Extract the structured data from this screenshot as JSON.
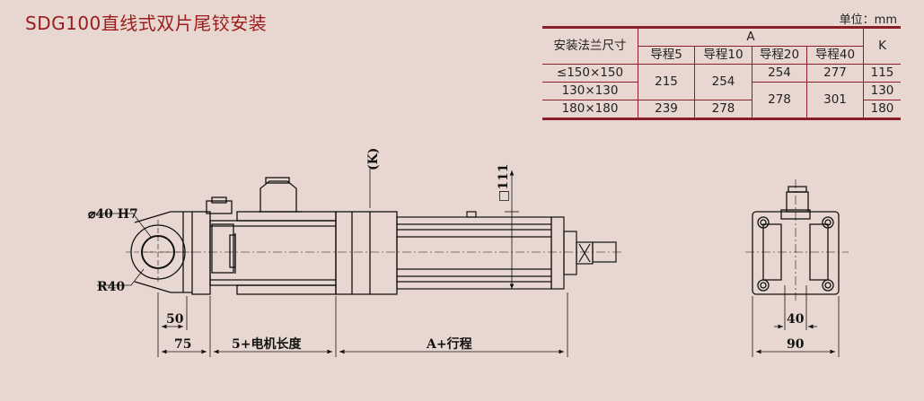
{
  "title": "SDG100直线式双片尾铰安装",
  "unit": "单位：mm",
  "table": {
    "header_label": "安装法兰尺寸",
    "group_label": "A",
    "k_label": "K",
    "subheaders": [
      "导程5",
      "导程10",
      "导程20",
      "导程40"
    ],
    "rows": [
      {
        "label": "≤150×150",
        "v5": "215",
        "v10": "254",
        "v20": "254",
        "v40": "277",
        "k": "115"
      },
      {
        "label": "130×130",
        "v20": "278",
        "v40": "301",
        "k": "130"
      },
      {
        "label": "180×180",
        "v5": "239",
        "v10": "278",
        "k": "180"
      }
    ]
  },
  "drawing": {
    "bore_label": "⌀40 H7",
    "radius_label": "R40",
    "dim_50": "50",
    "dim_75": "75",
    "motor_length": "5+电机长度",
    "stroke_length": "A+行程",
    "k_label": "(K)",
    "square_label": "□111",
    "dim_40": "40",
    "dim_90": "90"
  }
}
